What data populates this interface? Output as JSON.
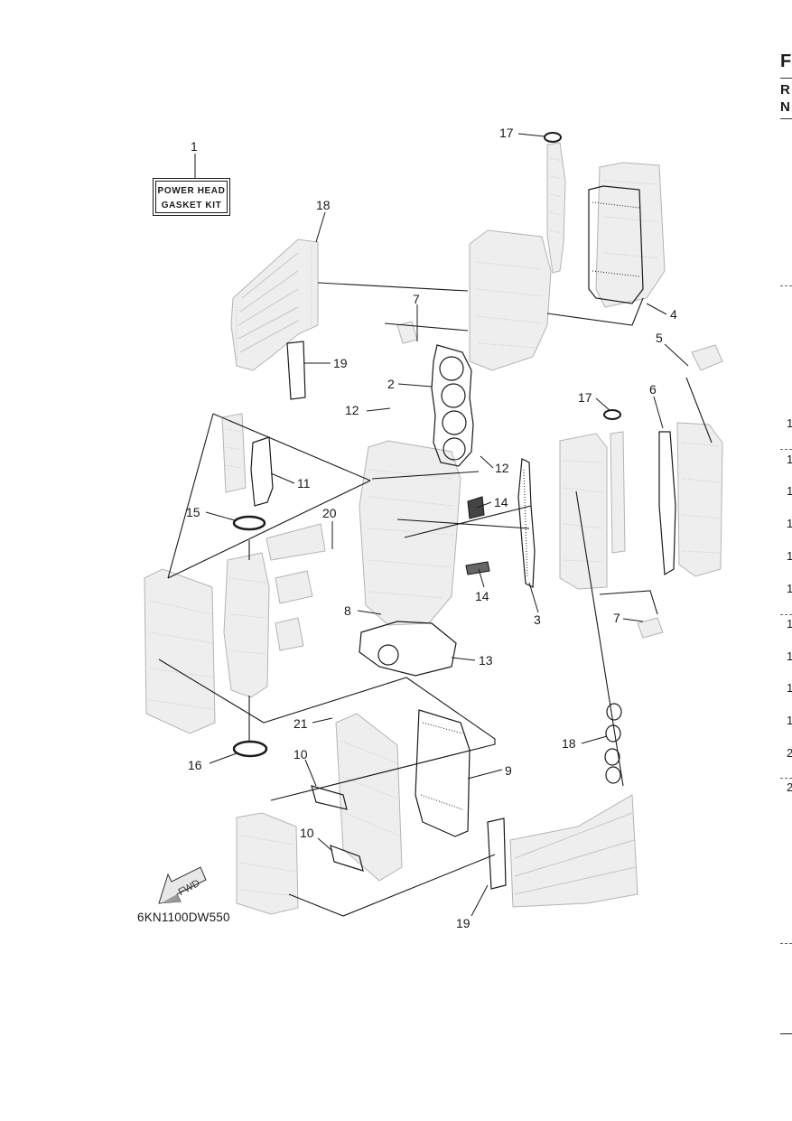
{
  "kit_label": {
    "line1": "POWER HEAD",
    "line2": "GASKET KIT"
  },
  "figure_code": "6KN1100DW550",
  "fwd_arrow": {
    "label": "FWD"
  },
  "callouts": [
    "1",
    "18",
    "7",
    "2",
    "12",
    "19",
    "17",
    "4",
    "5",
    "17",
    "6",
    "12",
    "11",
    "14",
    "15",
    "20",
    "14",
    "3",
    "8",
    "13",
    "7",
    "21",
    "10",
    "9",
    "18",
    "16",
    "10",
    "19"
  ],
  "right_edge": {
    "heading_letters": [
      "F",
      "R",
      "N"
    ],
    "row_digits": [
      "1",
      "1",
      "1",
      "1",
      "1",
      "1",
      "1",
      "1",
      "1",
      "1",
      "2",
      "2"
    ]
  }
}
